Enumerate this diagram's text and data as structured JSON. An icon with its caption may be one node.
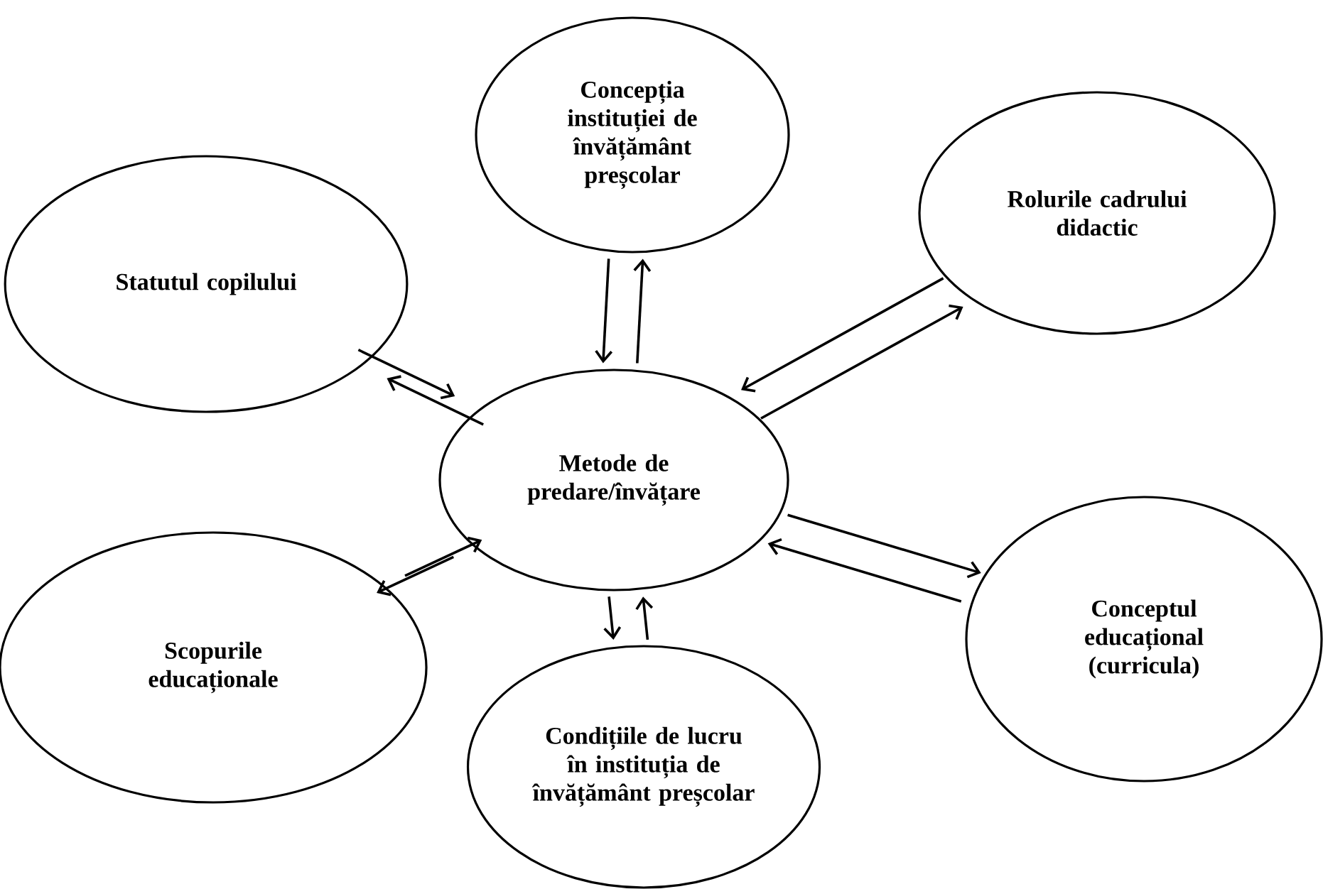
{
  "diagram": {
    "nodes": [
      {
        "text": [
          "Concepția instituției de învățământ preșcolar"
        ]
      },
      {
        "text": [
          "Statutul copilului"
        ]
      },
      {
        "text": [
          "Rolurile cadrului didactic"
        ]
      },
      {
        "text": [
          "Metode de predare/învățare"
        ]
      },
      {
        "text": [
          "Scopurile educaționale"
        ]
      },
      {
        "text": [
          "Condițiile de lucru în instituția de învățământ preșcolar"
        ]
      },
      {
        "text": [
          "Conceptul educațional (curricula)"
        ]
      }
    ],
    "edges": [
      {
        "from": 0,
        "to": 3,
        "arrow": "to"
      },
      {
        "from": 3,
        "to": 0,
        "arrow": "to"
      },
      {
        "from": 1,
        "to": 3,
        "arrow": "to"
      },
      {
        "from": 3,
        "to": 1,
        "arrow": "to"
      },
      {
        "from": 2,
        "to": 3,
        "arrow": "to"
      },
      {
        "from": 3,
        "to": 2,
        "arrow": "to"
      },
      {
        "from": 3,
        "to": 4,
        "arrow": "to"
      },
      {
        "from": 4,
        "to": 3,
        "arrow": "to"
      },
      {
        "from": 3,
        "to": 5,
        "arrow": "to"
      },
      {
        "from": 5,
        "to": 3,
        "arrow": "to"
      },
      {
        "from": 3,
        "to": 6,
        "arrow": "to"
      },
      {
        "from": 6,
        "to": 3,
        "arrow": "to"
      }
    ]
  }
}
